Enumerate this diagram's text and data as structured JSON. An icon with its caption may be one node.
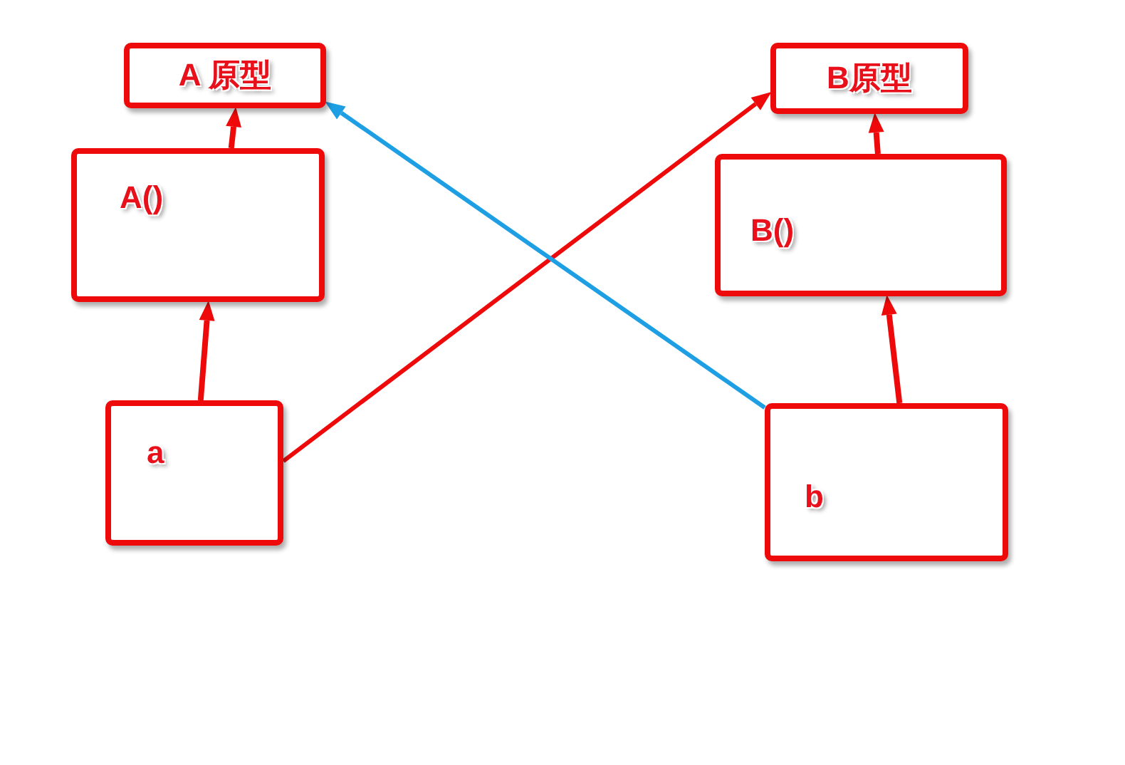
{
  "diagram": {
    "nodes": [
      {
        "text": [
          "A 原型"
        ]
      },
      {
        "text": [
          "B原型"
        ]
      },
      {
        "text": [
          "A()"
        ]
      },
      {
        "text": [
          "B()"
        ]
      },
      {
        "text": [
          "a"
        ]
      },
      {
        "text": [
          "b"
        ]
      }
    ],
    "edges": [
      {
        "from": 4,
        "to": 2,
        "arrow": "to"
      },
      {
        "from": 2,
        "to": 0,
        "arrow": "to"
      },
      {
        "from": 4,
        "to": 1,
        "arrow": "to"
      },
      {
        "from": 5,
        "to": 0,
        "arrow": "to",
        "color": "#1e9fe4"
      },
      {
        "from": 5,
        "to": 3,
        "arrow": "to"
      },
      {
        "from": 3,
        "to": 1,
        "arrow": "to"
      }
    ]
  }
}
